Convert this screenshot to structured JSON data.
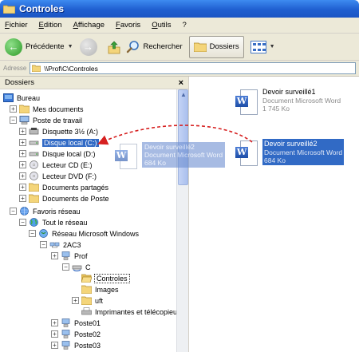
{
  "window": {
    "title": "Controles"
  },
  "menu": [
    "Fichier",
    "Edition",
    "Affichage",
    "Favoris",
    "Outils",
    "?"
  ],
  "toolbar": {
    "back_label": "Précédente",
    "search_label": "Rechercher",
    "folders_label": "Dossiers"
  },
  "address": {
    "label": "Adresse",
    "path": "\\\\Prof\\C\\Controles"
  },
  "folders_pane": {
    "title": "Dossiers",
    "close_glyph": "×",
    "nodes": [
      {
        "label": "Bureau"
      },
      {
        "label": "Mes documents"
      },
      {
        "label": "Poste de travail"
      },
      {
        "label": "Disquette 3½ (A:)"
      },
      {
        "label": "Disque local (C:)"
      },
      {
        "label": "Disque local (D:)"
      },
      {
        "label": "Lecteur CD (E:)"
      },
      {
        "label": "Lecteur DVD (F:)"
      },
      {
        "label": "Documents partagés"
      },
      {
        "label": "Documents de Poste"
      },
      {
        "label": "Favoris réseau"
      },
      {
        "label": "Tout le réseau"
      },
      {
        "label": "Réseau Microsoft Windows"
      },
      {
        "label": "2AC3"
      },
      {
        "label": "Prof"
      },
      {
        "label": "C"
      },
      {
        "label": "Controles"
      },
      {
        "label": "Images"
      },
      {
        "label": "uft"
      },
      {
        "label": "Imprimantes et télécopieurs"
      },
      {
        "label": "Poste01"
      },
      {
        "label": "Poste02"
      },
      {
        "label": "Poste03"
      }
    ]
  },
  "files": [
    {
      "name": "Devoir surveillé1",
      "type": "Document Microsoft Word",
      "size": "1 745 Ko"
    },
    {
      "name": "Devoir surveillé2",
      "type": "Document Microsoft Word",
      "size": "684 Ko"
    }
  ],
  "drag_ghost": {
    "name": "Devoir surveillé2",
    "type": "Document Microsoft Word",
    "size": "684 Ko"
  },
  "colors": {
    "selection": "#316ac5",
    "titlebar": "#1f5fd0",
    "drag_arrow": "#d62020"
  }
}
